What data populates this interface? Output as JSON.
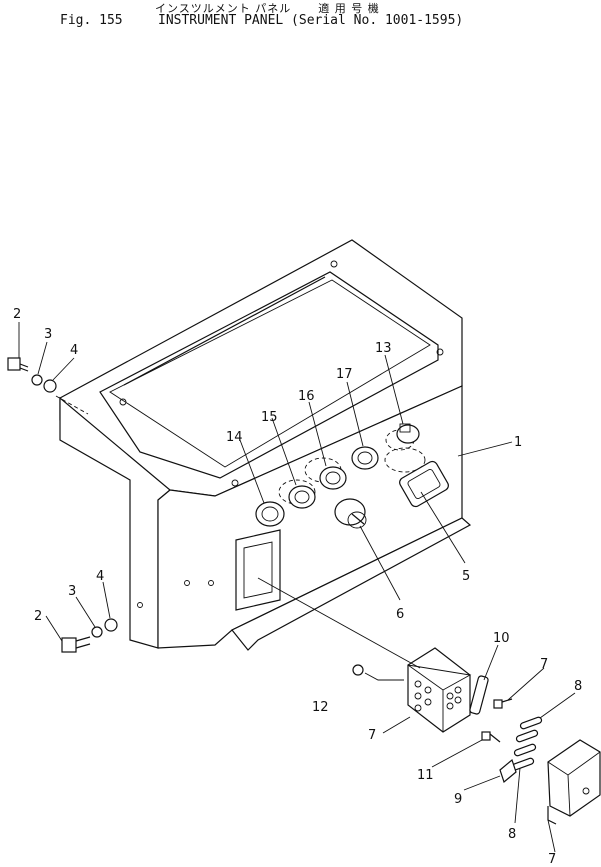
{
  "header": {
    "japanese_title": "インスツルメント パネル",
    "japanese_applicable": "適 用 号 機",
    "figure_number": "Fig. 155",
    "title": "INSTRUMENT PANEL (Serial No. 1001-1595)"
  },
  "callouts": [
    "1",
    "2",
    "3",
    "4",
    "2",
    "3",
    "4",
    "5",
    "6",
    "7",
    "7",
    "7",
    "8",
    "8",
    "9",
    "10",
    "11",
    "12",
    "13",
    "14",
    "15",
    "16",
    "17"
  ]
}
